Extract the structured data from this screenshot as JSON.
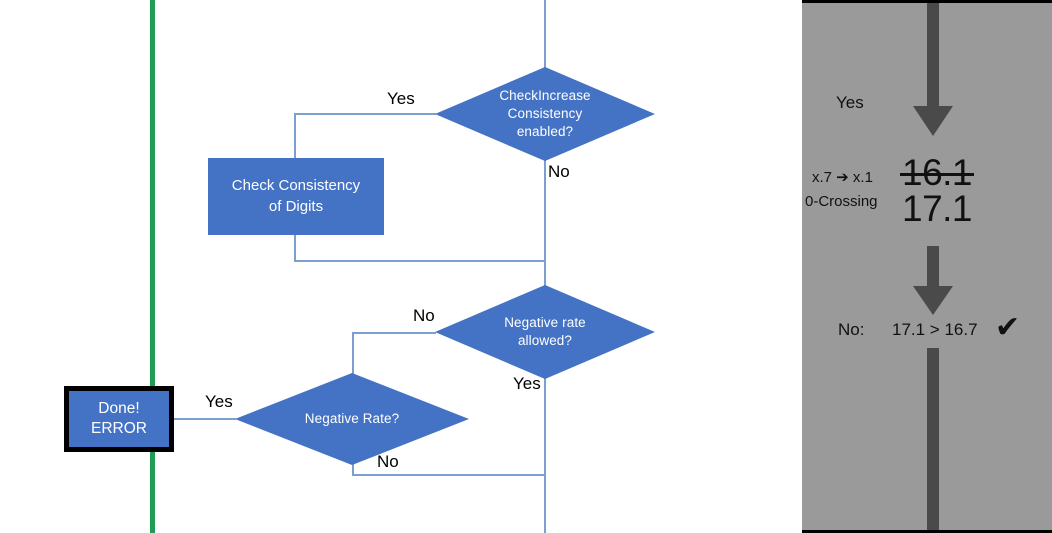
{
  "flow": {
    "decisions": [
      {
        "id": "check-increase-consistency",
        "lines": [
          "CheckIncrease",
          "Consistency",
          "enabled?"
        ]
      },
      {
        "id": "negative-rate-allowed",
        "lines": [
          "Negative rate",
          "allowed?"
        ]
      },
      {
        "id": "negative-rate",
        "lines": [
          "Negative Rate?"
        ]
      }
    ],
    "process": {
      "id": "check-consistency-of-digits",
      "lines": [
        "Check Consistency",
        "of Digits"
      ]
    },
    "terminator": {
      "id": "done-error",
      "lines": [
        "Done!",
        "ERROR"
      ]
    },
    "branch_labels": {
      "consistency_yes": "Yes",
      "consistency_no": "No",
      "negative_rate_allowed_no": "No",
      "negative_rate_allowed_yes": "Yes",
      "negative_rate_yes": "Yes",
      "negative_rate_no": "No"
    },
    "colors": {
      "shape_fill": "#4472C4",
      "connector": "#7BA0CF",
      "marker_line": "#1F9D55",
      "terminator_border": "#000000"
    }
  },
  "panel": {
    "yes_label": "Yes",
    "note_line_1": "x.7 ➔ x.1",
    "note_line_2": "0-Crossing",
    "value_struck": "16.1",
    "value_current": "17.1",
    "result_prefix": "No:",
    "result_expression": "17.1 > 16.7",
    "result_check": "✔",
    "colors": {
      "background": "#9A9A9A",
      "arrow": "#4A4A4A",
      "border": "#000000"
    }
  }
}
